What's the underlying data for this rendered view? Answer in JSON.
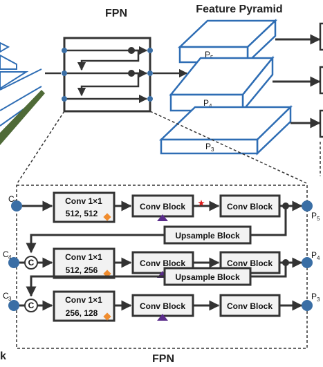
{
  "top": {
    "fpn_title": "FPN",
    "pyramid_title": "Feature Pyramid",
    "pyramid_levels": [
      {
        "name": "P",
        "sub": "5"
      },
      {
        "name": "P",
        "sub": "4"
      },
      {
        "name": "P",
        "sub": "3"
      }
    ]
  },
  "detail": {
    "footer": "FPN",
    "inputs": [
      {
        "name": "C",
        "sub": "5"
      },
      {
        "name": "C",
        "sub": "4"
      },
      {
        "name": "C",
        "sub": "3"
      }
    ],
    "outputs": [
      {
        "name": "P",
        "sub": "5"
      },
      {
        "name": "P",
        "sub": "4"
      },
      {
        "name": "P",
        "sub": "3"
      }
    ],
    "rows": [
      {
        "conv_title": "Conv 1×1",
        "conv_params": "512, 512",
        "block_a": "Conv Block",
        "block_b": "Conv Block"
      },
      {
        "conv_title": "Conv 1×1",
        "conv_params": "512, 256",
        "block_a": "Conv Block",
        "block_b": "Conv Block"
      },
      {
        "conv_title": "Conv 1×1",
        "conv_params": "256, 128",
        "block_a": "Conv Block",
        "block_b": "Conv Block"
      }
    ],
    "upsample": [
      "Upsample Block",
      "Upsample Block"
    ],
    "concat_symbol": "C"
  },
  "fragments": {
    "left_bottom": "k"
  },
  "colors": {
    "line": "#333333",
    "node": "#3a6ea5",
    "box_fill": "#f2f2f2",
    "pyramid_stroke": "#2e6db4",
    "diamond": "#f08c2e",
    "triangle": "#5a2c8a",
    "star": "#e01b1b"
  }
}
